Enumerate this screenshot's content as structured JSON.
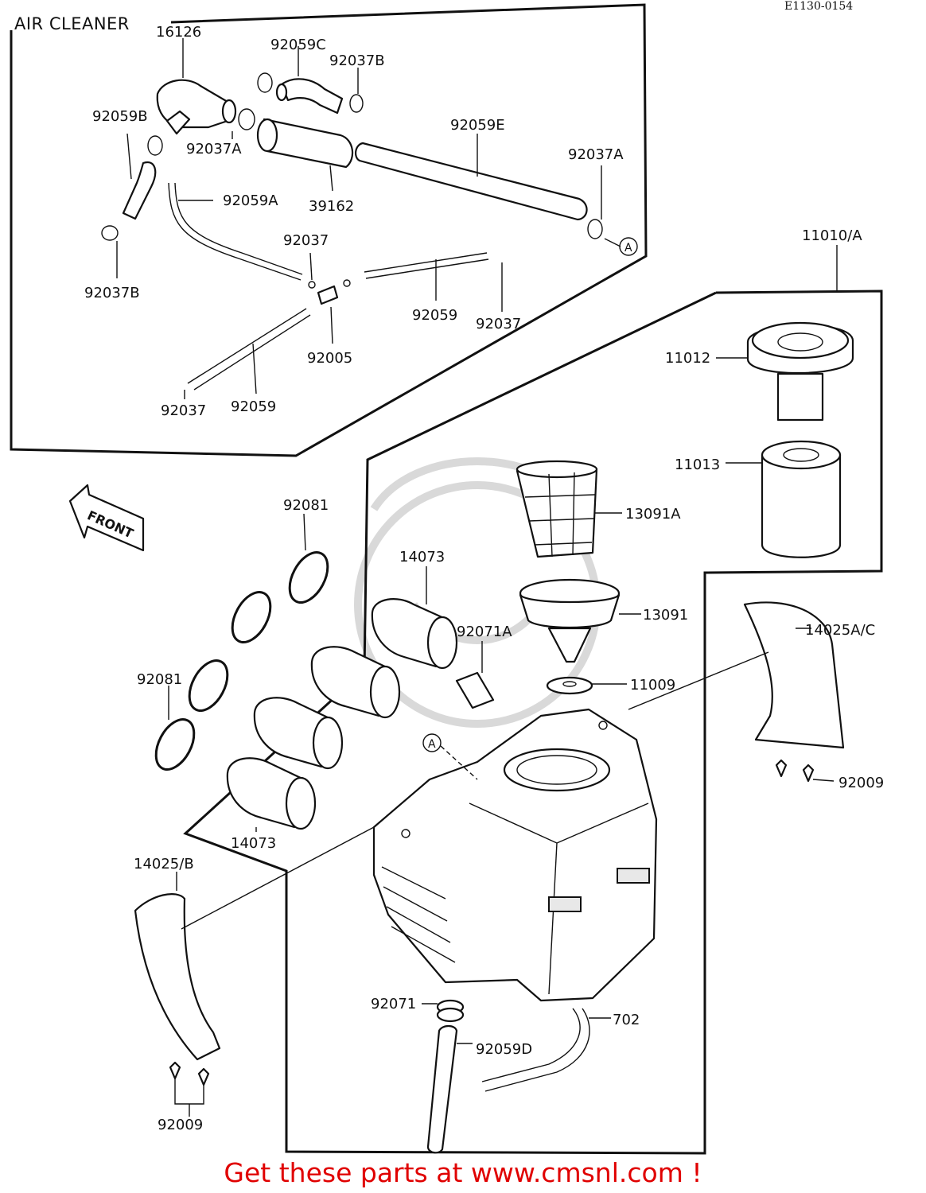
{
  "title": "AIR CLEANER",
  "diagram_code": "E1130-0154",
  "footer": "Get these parts at www.cmsnl.com !",
  "front_label": "FRONT",
  "callout_ref": "A",
  "labels": {
    "p16126": "16126",
    "p92059C": "92059C",
    "p92037B_top": "92037B",
    "p92059B": "92059B",
    "p92037A_left": "92037A",
    "p92059E": "92059E",
    "p92037A_right": "92037A",
    "p92059A": "92059A",
    "p39162": "39162",
    "p92037B_left": "92037B",
    "p92037_mid": "92037",
    "p92059_right": "92059",
    "p92037_right": "92037",
    "p92005": "92005",
    "p92037_bottom": "92037",
    "p92059_bottom": "92059",
    "p11010A": "11010/A",
    "p11012": "11012",
    "p11013": "11013",
    "p13091A": "13091A",
    "p92081_top": "92081",
    "p14073_top": "14073",
    "p13091": "13091",
    "p14025AC": "14025A/C",
    "p92071A": "92071A",
    "p11009": "11009",
    "p92081_left": "92081",
    "p92009_right": "92009",
    "p14073_bottom": "14073",
    "p14025B": "14025/B",
    "p92071": "92071",
    "p702": "702",
    "p92059D": "92059D",
    "p92009_bottom": "92009"
  }
}
